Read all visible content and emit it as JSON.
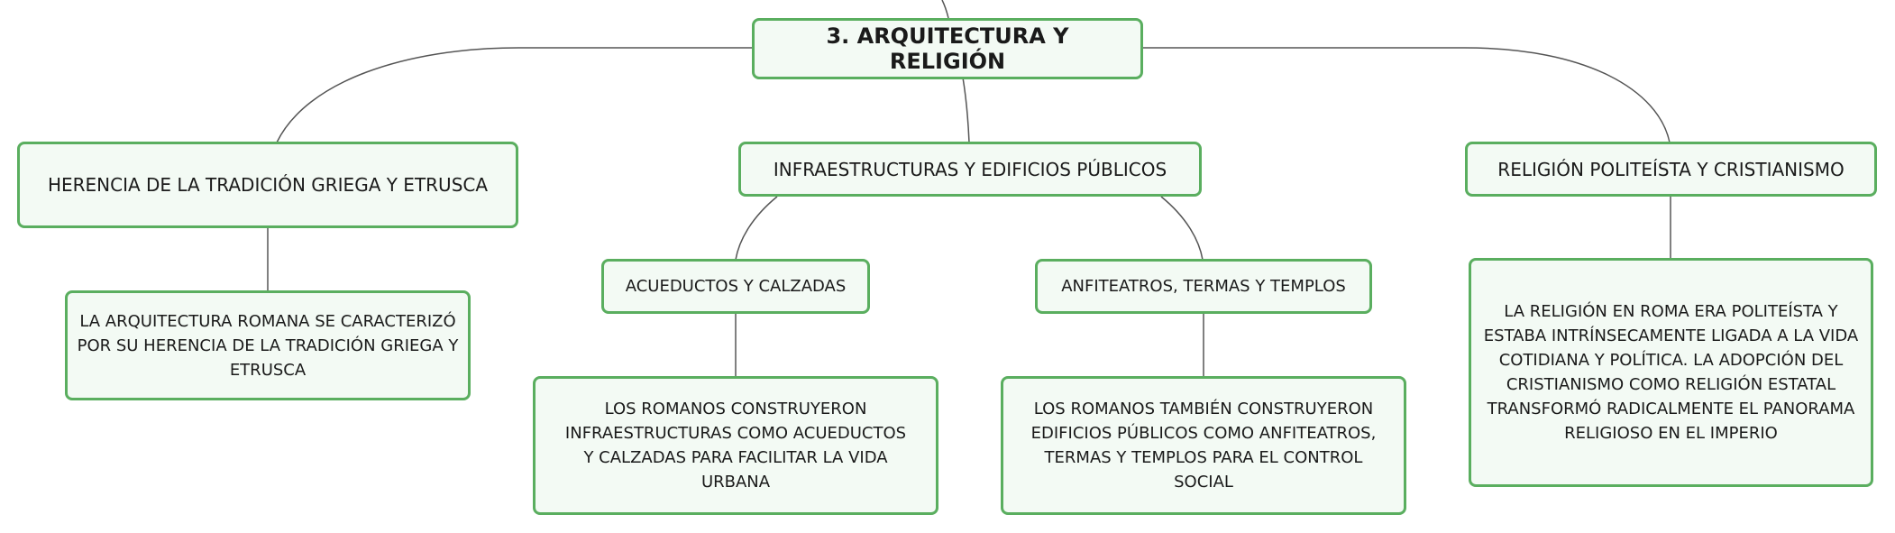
{
  "root": {
    "label": "3. ARQUITECTURA Y RELIGIÓN"
  },
  "branches": {
    "herencia": {
      "label": "HERENCIA DE LA TRADICIÓN GRIEGA Y ETRUSCA",
      "detail": "LA ARQUITECTURA ROMANA SE CARACTERIZÓ POR SU HERENCIA DE LA TRADICIÓN GRIEGA Y ETRUSCA"
    },
    "infraestructuras": {
      "label": "INFRAESTRUCTURAS Y EDIFICIOS PÚBLICOS",
      "children": {
        "acueductos": {
          "label": "ACUEDUCTOS Y CALZADAS",
          "detail": "LOS ROMANOS CONSTRUYERON INFRAESTRUCTURAS COMO ACUEDUCTOS Y CALZADAS PARA FACILITAR LA VIDA URBANA"
        },
        "anfiteatros": {
          "label": "ANFITEATROS, TERMAS Y TEMPLOS",
          "detail": "LOS ROMANOS TAMBIÉN CONSTRUYERON EDIFICIOS PÚBLICOS COMO ANFITEATROS, TERMAS Y TEMPLOS PARA EL CONTROL SOCIAL"
        }
      }
    },
    "religion": {
      "label": "RELIGIÓN POLITEÍSTA Y CRISTIANISMO",
      "detail": "LA RELIGIÓN EN ROMA ERA POLITEÍSTA Y ESTABA INTRÍNSECAMENTE LIGADA A LA VIDA COTIDIANA Y POLÍTICA. LA ADOPCIÓN DEL CRISTIANISMO COMO RELIGIÓN ESTATAL TRANSFORMÓ RADICALMENTE EL PANORAMA RELIGIOSO EN EL IMPERIO"
    }
  },
  "colors": {
    "border": "#5aae5f",
    "fill": "#f3faf4",
    "line": "#555555"
  }
}
